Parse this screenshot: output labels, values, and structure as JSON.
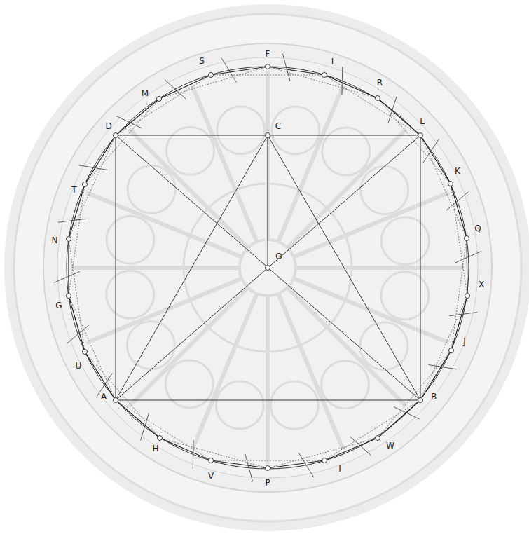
{
  "diagram": {
    "labels": [
      "F",
      "L",
      "S",
      "R",
      "M",
      "D",
      "C",
      "E",
      "K",
      "T",
      "Q",
      "N",
      "O",
      "X",
      "G",
      "J",
      "U",
      "A",
      "B",
      "H",
      "W",
      "V",
      "I",
      "P"
    ]
  }
}
